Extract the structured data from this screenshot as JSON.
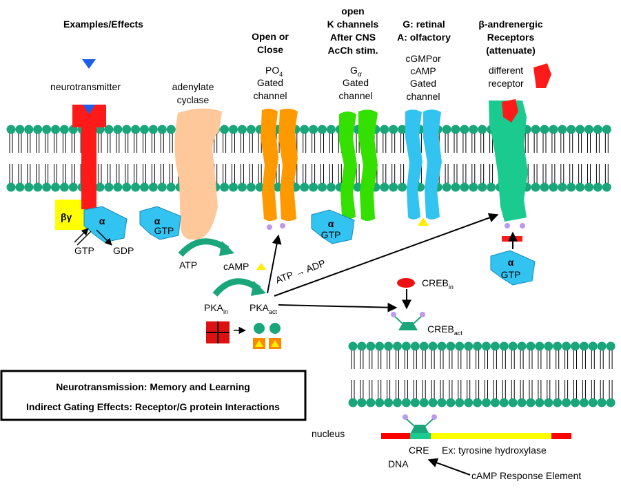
{
  "headers": {
    "examples": "Examples/Effects",
    "po4_line1": "Open or",
    "po4_line2": "Close",
    "k_line1": "open",
    "k_line2": "K channels",
    "k_line3": "After CNS",
    "k_line4": "AcCh stim.",
    "g_line1": "G: retinal",
    "g_line2": "A: olfactory",
    "beta_line1": "β-andrenergic",
    "beta_line2": "Receptors",
    "beta_line3": "(attenuate)"
  },
  "labels": {
    "neurotransmitter": "neurotransmitter",
    "adenylate1": "adenylate",
    "adenylate2": "cyclase",
    "po4_base": "PO",
    "po4_sub": "4",
    "gated": "Gated",
    "channel": "channel",
    "galpha_base": "G",
    "galpha_sub": "α",
    "cgmp1": "cGMPor",
    "cgmp2": "cAMP",
    "different": "different",
    "receptor": "receptor",
    "beta_gamma": "βγ",
    "alpha": "α",
    "gtp": "GTP",
    "gdp": "GDP",
    "atp": "ATP",
    "camp": "cAMP",
    "atp_adp": "ATP → ADP",
    "pka_base": "PKA",
    "pka_in_sub": "in",
    "pka_act_sub": "act",
    "creb_base": "CREB",
    "creb_in_sub": "in",
    "creb_act_sub": "act",
    "nucleus": "nucleus",
    "cre": "CRE",
    "dna": "DNA",
    "example_gene": "Ex: tyrosine hydroxylase",
    "cre_full": "cAMP Response Element"
  },
  "caption": {
    "line1": "Neurotransmission:  Memory and Learning",
    "line2": "Indirect Gating Effects: Receptor/G protein Interactions"
  },
  "colors": {
    "lipid_head": "#1aa67a",
    "receptor_red": "#ff1a1a",
    "g_alpha_blue": "#33c3f0",
    "beta_gamma_yellow": "#ffff00",
    "adenylate_peach": "#ffc89a",
    "po4_orange": "#ff9900",
    "k_green": "#33e000",
    "cgmp_blue": "#33c3f0",
    "beta_teal": "#1aca8e",
    "dna_red": "#ff0000",
    "dna_yellow": "#ffff00",
    "phosphate_lilac": "#bb99ee"
  }
}
